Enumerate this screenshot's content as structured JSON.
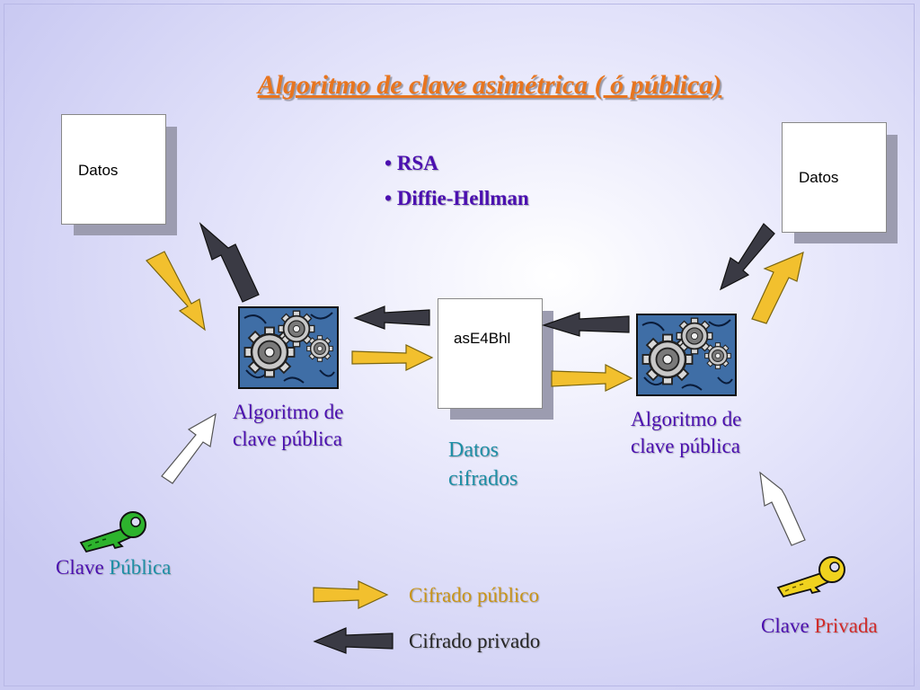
{
  "title": "Algoritmo de clave asimétrica ( ó pública)",
  "bullets": [
    "RSA",
    "Diffie-Hellman"
  ],
  "doc_left": "Datos",
  "doc_right": "Datos",
  "doc_middle": "asE4Bhl",
  "algo_left": [
    "Algoritmo de",
    "clave pública"
  ],
  "algo_right": [
    "Algoritmo de",
    "clave pública"
  ],
  "cipher_label": [
    "Datos",
    "cifrados"
  ],
  "key_public": {
    "word1": "Clave",
    "word2": "Pública"
  },
  "key_private": {
    "word1": "Clave",
    "word2": "Privada"
  },
  "legend": {
    "public": "Cifrado público",
    "private": "Cifrado privado"
  },
  "colors": {
    "title": "#e8751f",
    "bullet": "#4b0fb0",
    "public_arrow": "#f2c02e",
    "private_arrow": "#3a3a44",
    "key_public": "#2db32d",
    "key_private": "#f0d21e",
    "gear_panel": "#3f6ea6"
  }
}
